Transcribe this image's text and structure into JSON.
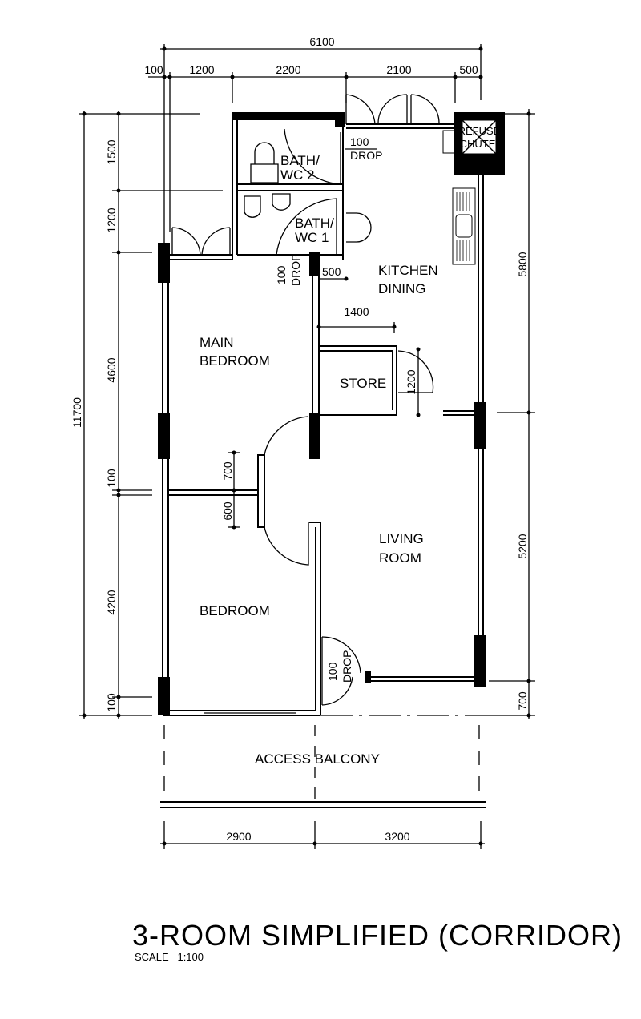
{
  "plan": {
    "title": "3-ROOM SIMPLIFIED (CORRIDOR)",
    "scale": "SCALE   1:100",
    "rooms": {
      "bath_wc2_a": "BATH/",
      "bath_wc2_b": "WC  2",
      "bath_wc1_a": "BATH/",
      "bath_wc1_b": "WC  1",
      "kitchen_a": "KITCHEN",
      "kitchen_b": "DINING",
      "main_bedroom_a": "MAIN",
      "main_bedroom_b": "BEDROOM",
      "store": "STORE",
      "living_a": "LIVING",
      "living_b": "ROOM",
      "bedroom": "BEDROOM",
      "access_balcony": "ACCESS  BALCONY",
      "refuse_a": "REFUSE",
      "refuse_b": "CHUTE"
    },
    "dims_top": {
      "total": "6100",
      "d1": "100",
      "d2": "1200",
      "d3": "2200",
      "d4": "2100",
      "d5": "500"
    },
    "dims_left": {
      "total": "11700",
      "d1": "1500",
      "d2": "1200",
      "d3": "4600",
      "d4": "100",
      "d5": "4200",
      "d6": "100"
    },
    "dims_right": {
      "d1": "5800",
      "d2": "5200",
      "d3": "700"
    },
    "dims_bottom": {
      "d1": "2900",
      "d2": "3200"
    },
    "dims_inner": {
      "drop1_a": "100",
      "drop1_b": "DROP",
      "drop2_a": "100",
      "drop2_b": "DROP",
      "drop3_a": "100",
      "drop3_b": "DROP",
      "kitchen_500": "500",
      "kitchen_1400": "1400",
      "store_1200": "1200",
      "door_700": "700",
      "door_600": "600"
    }
  }
}
